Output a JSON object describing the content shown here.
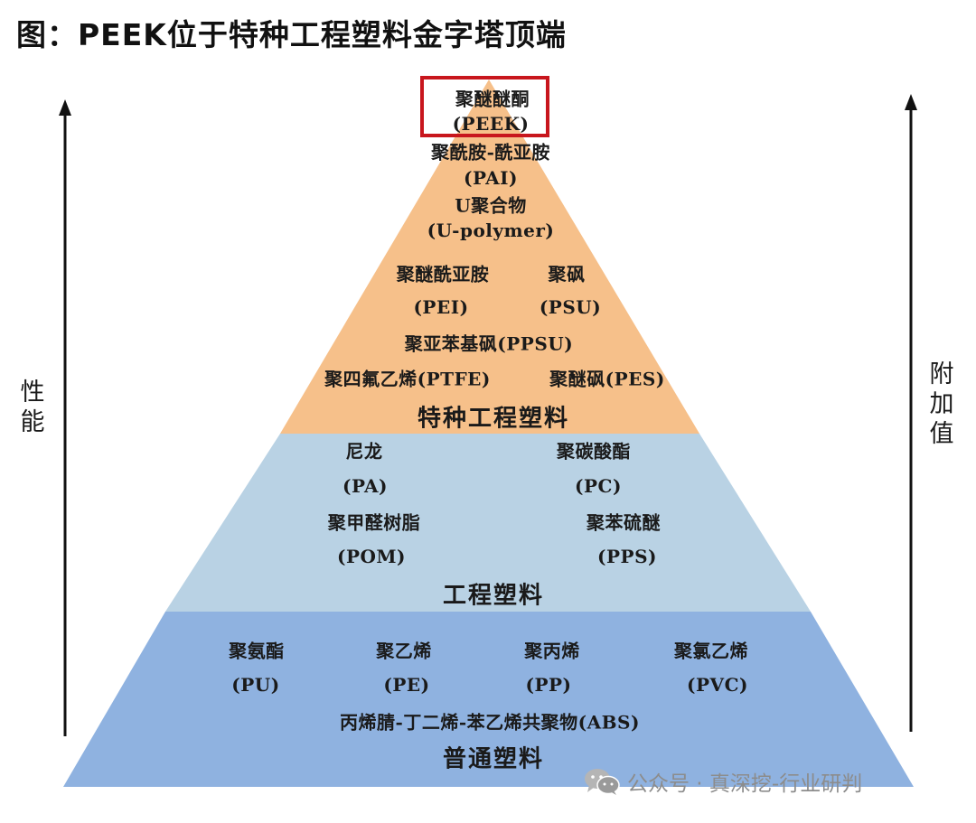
{
  "title": "图：PEEK位于特种工程塑料金字塔顶端",
  "axes": {
    "left": "性能",
    "right": "附加值"
  },
  "colors": {
    "special_tier": "#f6c08a",
    "engineering_tier": "#b9d2e4",
    "general_tier": "#8fb2e0",
    "highlight": "#c8161d",
    "arrow": "#111111"
  },
  "tiers": {
    "special": {
      "name": "特种工程塑料",
      "items": {
        "peek_cn": "聚醚醚酮",
        "peek_en": "(PEEK)",
        "pai_cn": "聚酰胺-酰亚胺",
        "pai_en": "(PAI)",
        "u_cn": "U聚合物",
        "u_en": "(U-polymer)",
        "pei_cn": "聚醚酰亚胺",
        "pei_en": "(PEI)",
        "psu_cn": "聚砜",
        "psu_en": "(PSU)",
        "ppsu": "聚亚苯基砜(PPSU)",
        "ptfe": "聚四氟乙烯(PTFE)",
        "pes": "聚醚砜(PES)"
      }
    },
    "engineering": {
      "name": "工程塑料",
      "items": {
        "pa_cn": "尼龙",
        "pa_en": "(PA)",
        "pc_cn": "聚碳酸酯",
        "pc_en": "(PC)",
        "pom_cn": "聚甲醛树脂",
        "pom_en": "(POM)",
        "pps_cn": "聚苯硫醚",
        "pps_en": "(PPS)"
      }
    },
    "general": {
      "name": "普通塑料",
      "items": {
        "pu_cn": "聚氨酯",
        "pu_en": "(PU)",
        "pe_cn": "聚乙烯",
        "pe_en": "(PE)",
        "pp_cn": "聚丙烯",
        "pp_en": "(PP)",
        "pvc_cn": "聚氯乙烯",
        "pvc_en": "(PVC)",
        "abs": "丙烯腈-丁二烯-苯乙烯共聚物(ABS)"
      }
    }
  },
  "watermark": {
    "icon": "wechat-icon",
    "text": "公众号 · 真深挖-行业研判"
  }
}
